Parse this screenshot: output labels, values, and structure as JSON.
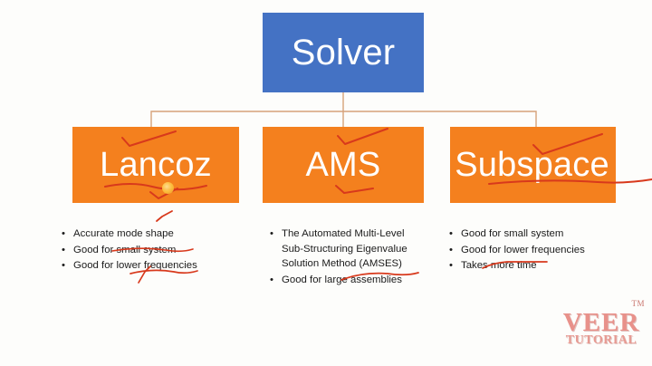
{
  "slide": {
    "background_color": "#fdfdfb",
    "title_node": {
      "label": "Solver",
      "fill_color": "#4472C4",
      "text_color": "#FFFFFF"
    }
  },
  "tree": {
    "connector_color": "#d6a27a",
    "children": [
      {
        "id": "lancoz",
        "label": "Lancoz",
        "fill_color": "#F4801E",
        "text_color": "#FFFFFF",
        "bullets": [
          {
            "text": "Accurate mode shape"
          },
          {
            "text": "Good for small system"
          },
          {
            "text": "Good for lower frequencies"
          }
        ]
      },
      {
        "id": "ams",
        "label": "AMS",
        "fill_color": "#F4801E",
        "text_color": "#FFFFFF",
        "bullets": [
          {
            "text": "The Automated Multi-Level",
            "line2": "Sub-Structuring Eigenvalue",
            "line3": "Solution Method (AMSES)"
          },
          {
            "text": "Good for large assemblies"
          }
        ]
      },
      {
        "id": "subspace",
        "label": "Subspace",
        "fill_color": "#F4801E",
        "text_color": "#FFFFFF",
        "bullets": [
          {
            "text": "Good for small system"
          },
          {
            "text": "Good for lower frequencies"
          },
          {
            "text": "Takes more time"
          }
        ]
      }
    ]
  },
  "annotations": {
    "ink_color": "#d8391c",
    "cursor_dot_color": "#fdc340",
    "marks": [
      "check-over-lancoz",
      "underline-under-lancoz",
      "check-over-ams",
      "underline-under-ams",
      "check-over-subspace",
      "underline-under-subspace",
      "tick-over-accurate-mode-shape",
      "underline-small-system-lancoz",
      "underline-lower-frequencies-lancoz",
      "underline-large-assemblies",
      "underline-more-time"
    ]
  },
  "logo": {
    "name": "VEER",
    "subtitle": "TUTORIAL",
    "trademark": "TM",
    "color": "#E8918A"
  },
  "bullet_glyph": "•"
}
